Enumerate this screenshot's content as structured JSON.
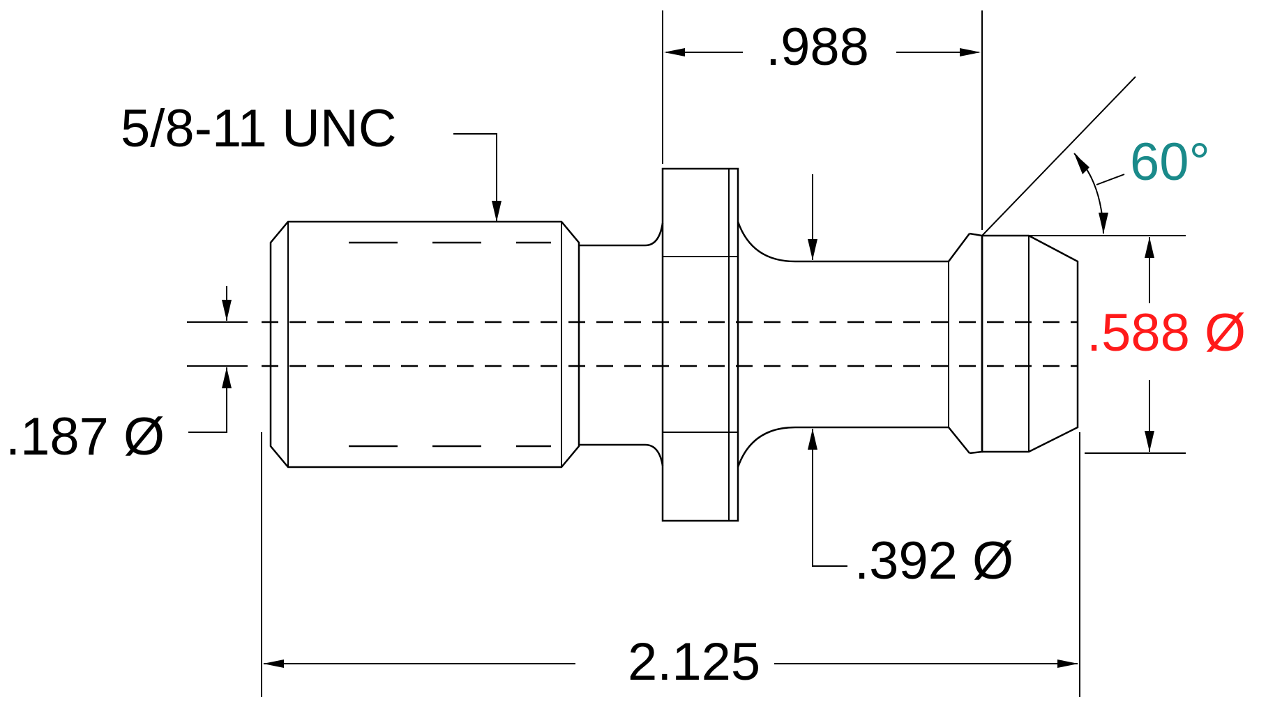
{
  "drawing": {
    "dimensions": {
      "thread": "5/8-11 UNC",
      "flange_width": ".988",
      "angle": "60°",
      "pull_diameter": ".588 Ø",
      "bore_diameter": ".187 Ø",
      "neck_diameter": ".392 Ø",
      "overall_length": "2.125"
    },
    "colors": {
      "lines": "#000000",
      "angle": "#1a8a8a",
      "pull_diameter": "#ff1a1a",
      "background": "#ffffff"
    }
  }
}
